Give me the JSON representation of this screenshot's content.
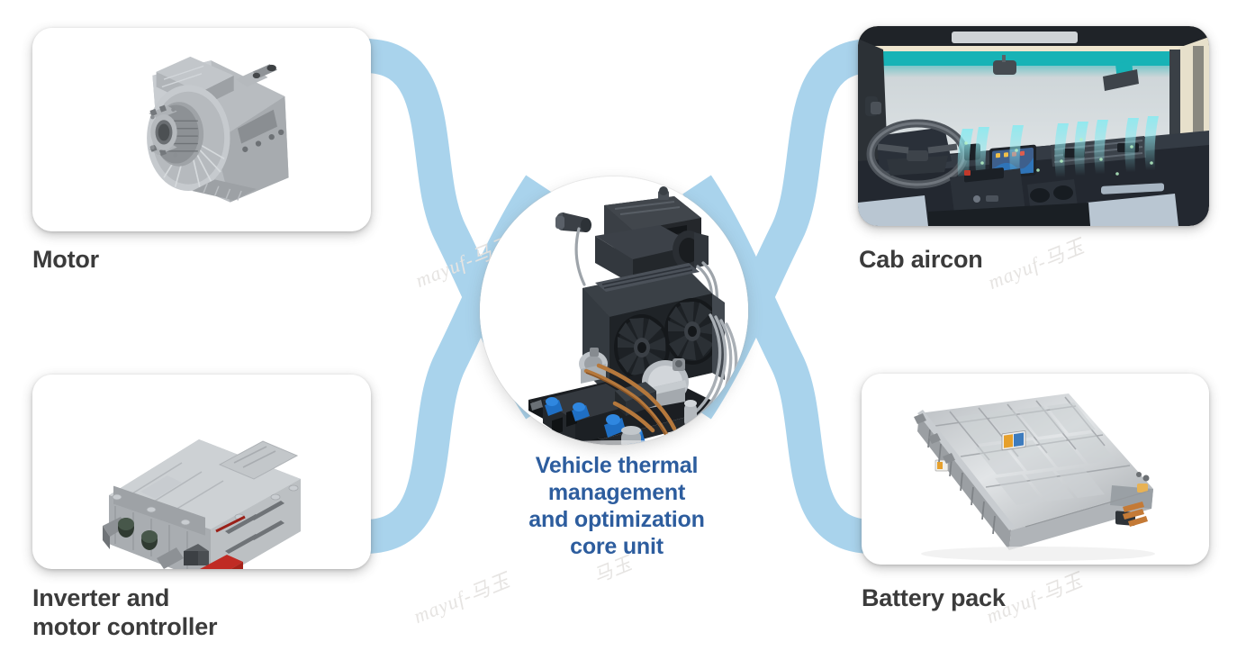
{
  "diagram": {
    "type": "hub-and-spoke",
    "center": {
      "title": "Vehicle thermal\nmanagement\nand optimization\ncore unit",
      "title_color": "#2d5d9e",
      "image_alt": "thermal management core unit assembly"
    },
    "connector_color": "#a9d3ec",
    "label_color": "#3b3b3b",
    "card_background": "#ffffff",
    "nodes": [
      {
        "id": "motor",
        "label": "Motor",
        "position": "top-left",
        "image_alt": "electric drive motor"
      },
      {
        "id": "inverter",
        "label": "Inverter and\nmotor controller",
        "position": "bottom-left",
        "image_alt": "inverter and motor controller unit"
      },
      {
        "id": "aircon",
        "label": "Cab aircon",
        "position": "top-right",
        "image_alt": "truck cab interior with air conditioning airflow"
      },
      {
        "id": "battery",
        "label": "Battery pack",
        "position": "bottom-right",
        "image_alt": "high voltage battery pack"
      }
    ]
  },
  "watermark": {
    "text": "mayuf-马玉",
    "short": "马玉",
    "color": "#e6e4e2"
  }
}
